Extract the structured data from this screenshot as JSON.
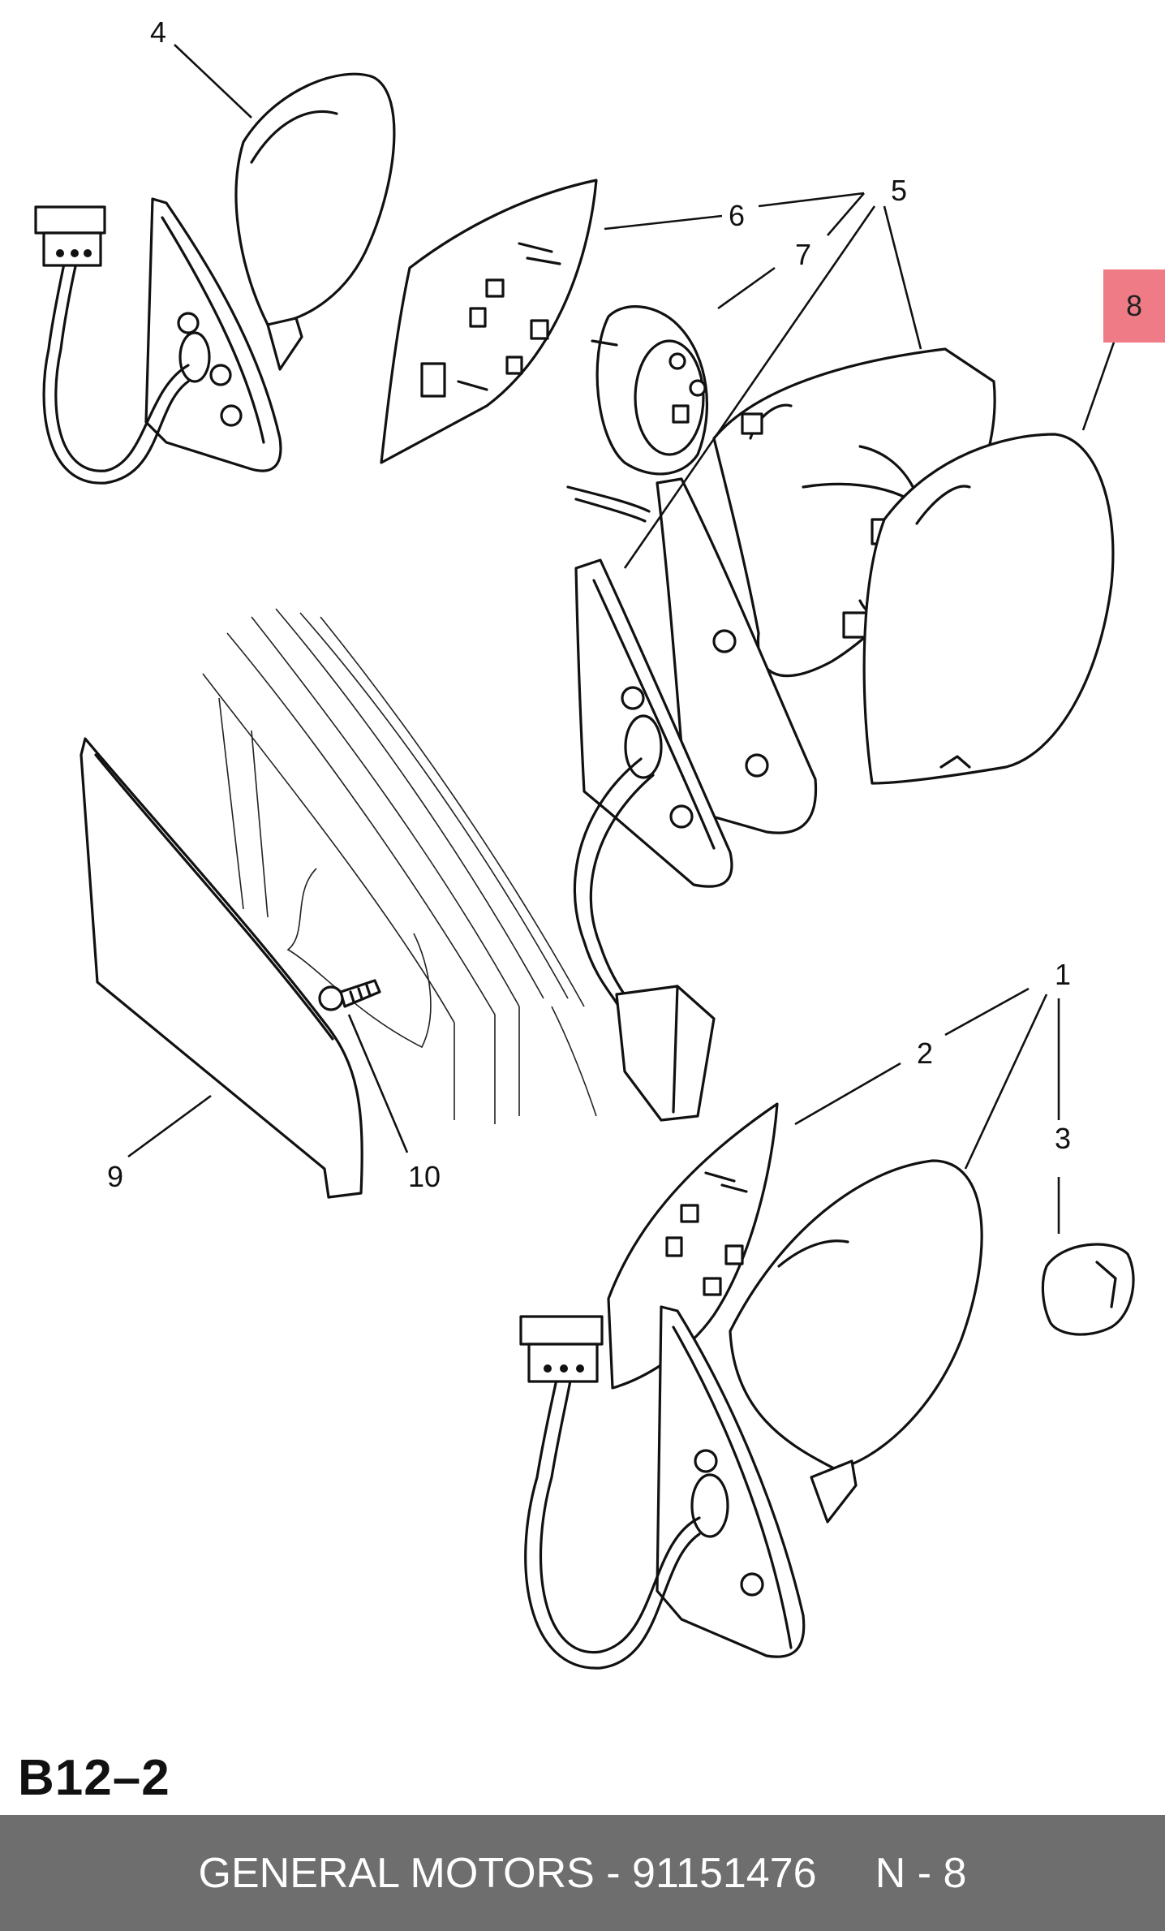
{
  "diagram": {
    "callouts": [
      {
        "id": "1",
        "label": "1"
      },
      {
        "id": "2",
        "label": "2"
      },
      {
        "id": "3",
        "label": "3"
      },
      {
        "id": "4",
        "label": "4"
      },
      {
        "id": "5",
        "label": "5"
      },
      {
        "id": "6",
        "label": "6"
      },
      {
        "id": "7",
        "label": "7"
      },
      {
        "id": "8",
        "label": "8",
        "highlighted": true
      },
      {
        "id": "9",
        "label": "9"
      },
      {
        "id": "10",
        "label": "10"
      }
    ],
    "highlight_color": "#ee7b86",
    "page_code": "B12–2"
  },
  "footer": {
    "background": "#6e6e6e",
    "text_color": "#ffffff",
    "brand_part": "GENERAL MOTORS - 91151476",
    "position_label": "N - 8"
  }
}
